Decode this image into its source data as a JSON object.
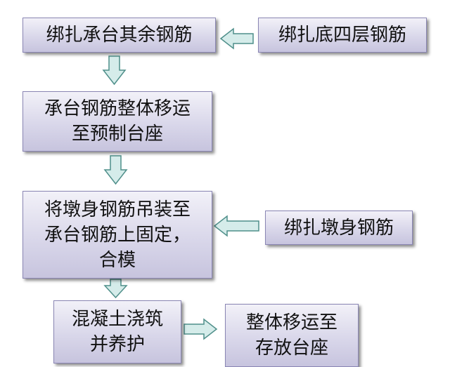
{
  "diagram": {
    "nodes": [
      {
        "id": "n1",
        "text": "绑扎承台其余钢筋"
      },
      {
        "id": "n2",
        "text": "绑扎底四层钢筋"
      },
      {
        "id": "n3",
        "text": "承台钢筋整体移运\n至预制台座"
      },
      {
        "id": "n4",
        "text": "将墩身钢筋吊装至\n承台钢筋上固定，\n合模"
      },
      {
        "id": "n5",
        "text": "绑扎墩身钢筋"
      },
      {
        "id": "n6",
        "text": "混凝土浇筑\n并养护"
      },
      {
        "id": "n7",
        "text": "整体移运至\n存放台座"
      }
    ],
    "edges": [
      {
        "from": "n2",
        "to": "n1"
      },
      {
        "from": "n1",
        "to": "n3"
      },
      {
        "from": "n3",
        "to": "n4"
      },
      {
        "from": "n5",
        "to": "n4"
      },
      {
        "from": "n4",
        "to": "n6"
      },
      {
        "from": "n6",
        "to": "n7"
      }
    ],
    "colors": {
      "box_fill": "#d9d7ea",
      "box_border": "#8a86b4",
      "arrow_fill": "#d5ecea",
      "arrow_stroke": "#4f8f8a"
    }
  }
}
